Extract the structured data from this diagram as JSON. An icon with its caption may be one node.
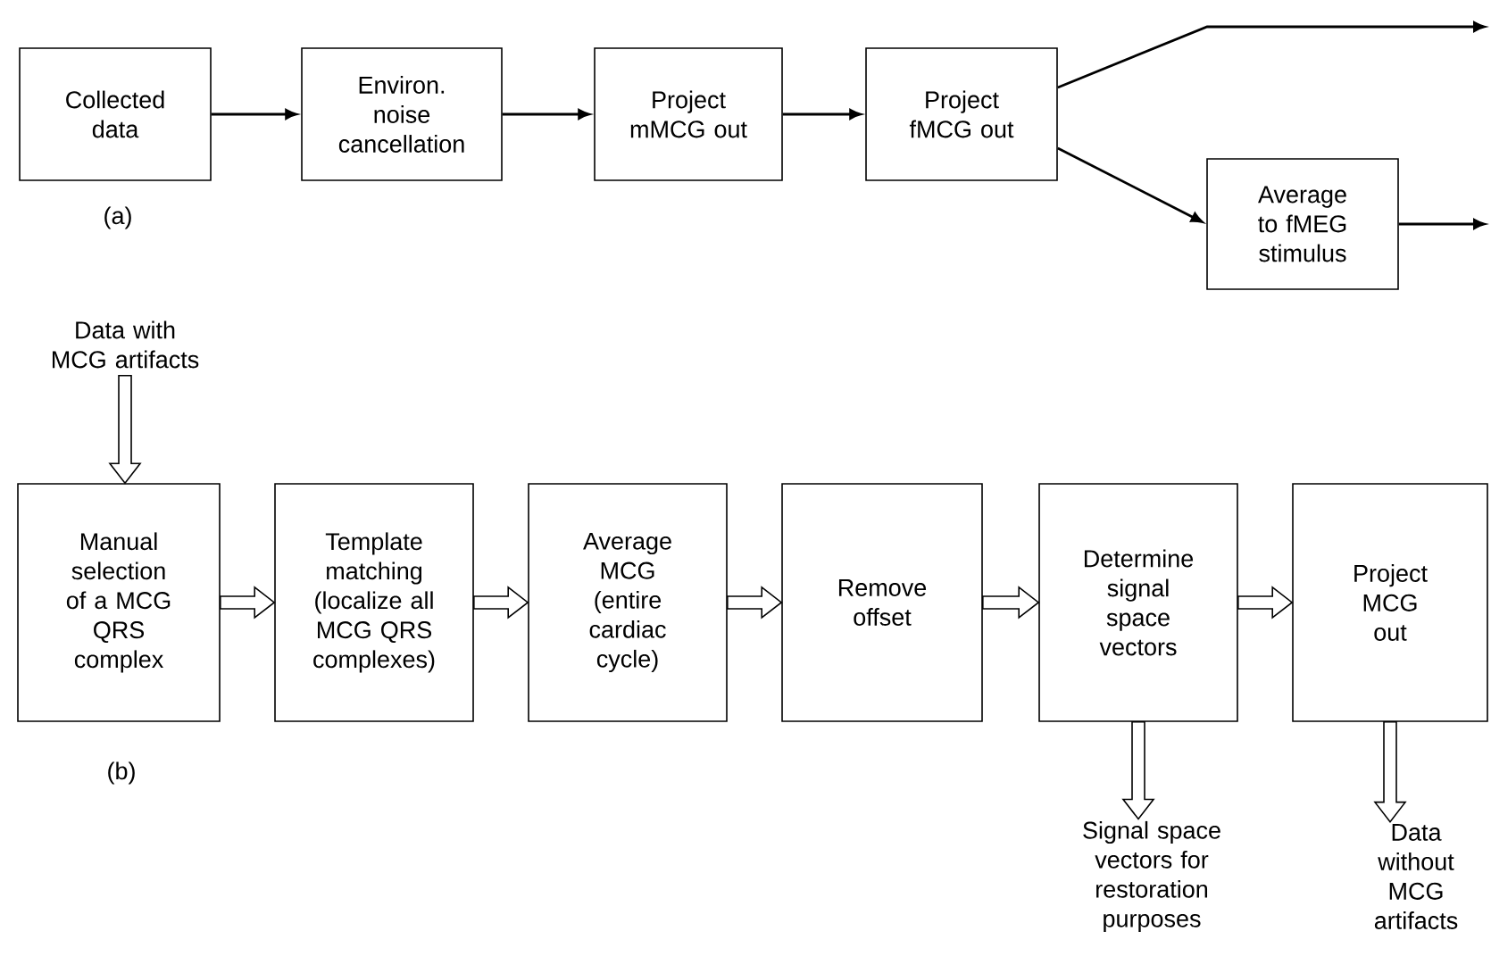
{
  "diagram": {
    "nodes": [
      {
        "text": [
          "Collected data"
        ]
      },
      {
        "text": [
          "Environ. noise cancellation"
        ]
      },
      {
        "text": [
          "Project mMCG out"
        ]
      },
      {
        "text": [
          "Project fMCG out"
        ]
      },
      {
        "text": [
          "Average to fMEG stimulus"
        ]
      },
      {
        "text": [
          "Data with MCG artifacts"
        ]
      },
      {
        "text": [
          "Manual selection of a MCG QRS complex"
        ]
      },
      {
        "text": [
          "Template matching (localize all MCG QRS complexes)"
        ]
      },
      {
        "text": [
          "Average MCG (entire cardiac cycle)"
        ]
      },
      {
        "text": [
          "Remove offset"
        ]
      },
      {
        "text": [
          "Determine signal space vectors"
        ]
      },
      {
        "text": [
          "Project MCG out"
        ]
      },
      {
        "text": [
          "Signal space vectors for restoration purposes"
        ]
      },
      {
        "text": [
          "Data without MCG artifacts"
        ]
      }
    ],
    "edges": [
      {
        "from": 0,
        "to": 1,
        "arrow": "to"
      },
      {
        "from": 1,
        "to": 2,
        "arrow": "to"
      },
      {
        "from": 2,
        "to": 3,
        "arrow": "to"
      },
      {
        "from": 3,
        "to": null,
        "arrow": "to"
      },
      {
        "from": 3,
        "to": 4,
        "arrow": "to"
      },
      {
        "from": 4,
        "to": null,
        "arrow": "to"
      },
      {
        "from": 5,
        "to": 6,
        "arrow": "to"
      },
      {
        "from": 6,
        "to": 7,
        "arrow": "to"
      },
      {
        "from": 7,
        "to": 8,
        "arrow": "to"
      },
      {
        "from": 8,
        "to": 9,
        "arrow": "to"
      },
      {
        "from": 9,
        "to": 10,
        "arrow": "to"
      },
      {
        "from": 10,
        "to": 11,
        "arrow": "to"
      },
      {
        "from": 10,
        "to": 12,
        "arrow": "to"
      },
      {
        "from": 11,
        "to": 13,
        "arrow": "to"
      }
    ],
    "labels": [
      "(a)",
      "(b)"
    ]
  }
}
